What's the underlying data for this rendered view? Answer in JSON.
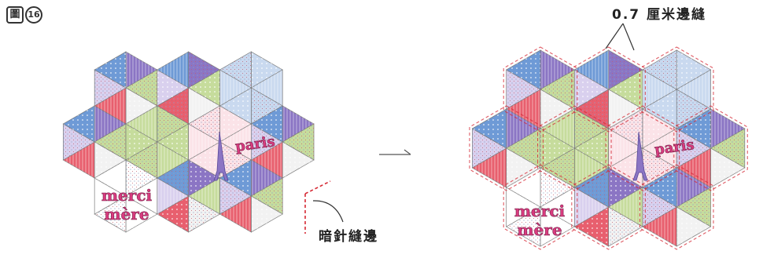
{
  "figure": {
    "label_glyph": "圖",
    "number": "16"
  },
  "labels": {
    "seam_allowance": "0.7 厘米邊縫",
    "hidden_stitch": "暗針縫邊"
  },
  "motifs": {
    "paris": "paris",
    "merci_line1": "merci",
    "merci_line2": "mère"
  },
  "colors": {
    "purple": "#8b75c4",
    "blue": "#6e9ad6",
    "pink": "#e85f6e",
    "green": "#c6dc9c",
    "light_blue": "#c9d9ef",
    "light_purple": "#d9d0ee",
    "pale": "#f2f2f2",
    "stitch_red": "#d62a35",
    "outline": "#7a7a7a",
    "motif_pink": "#d93b7f"
  }
}
